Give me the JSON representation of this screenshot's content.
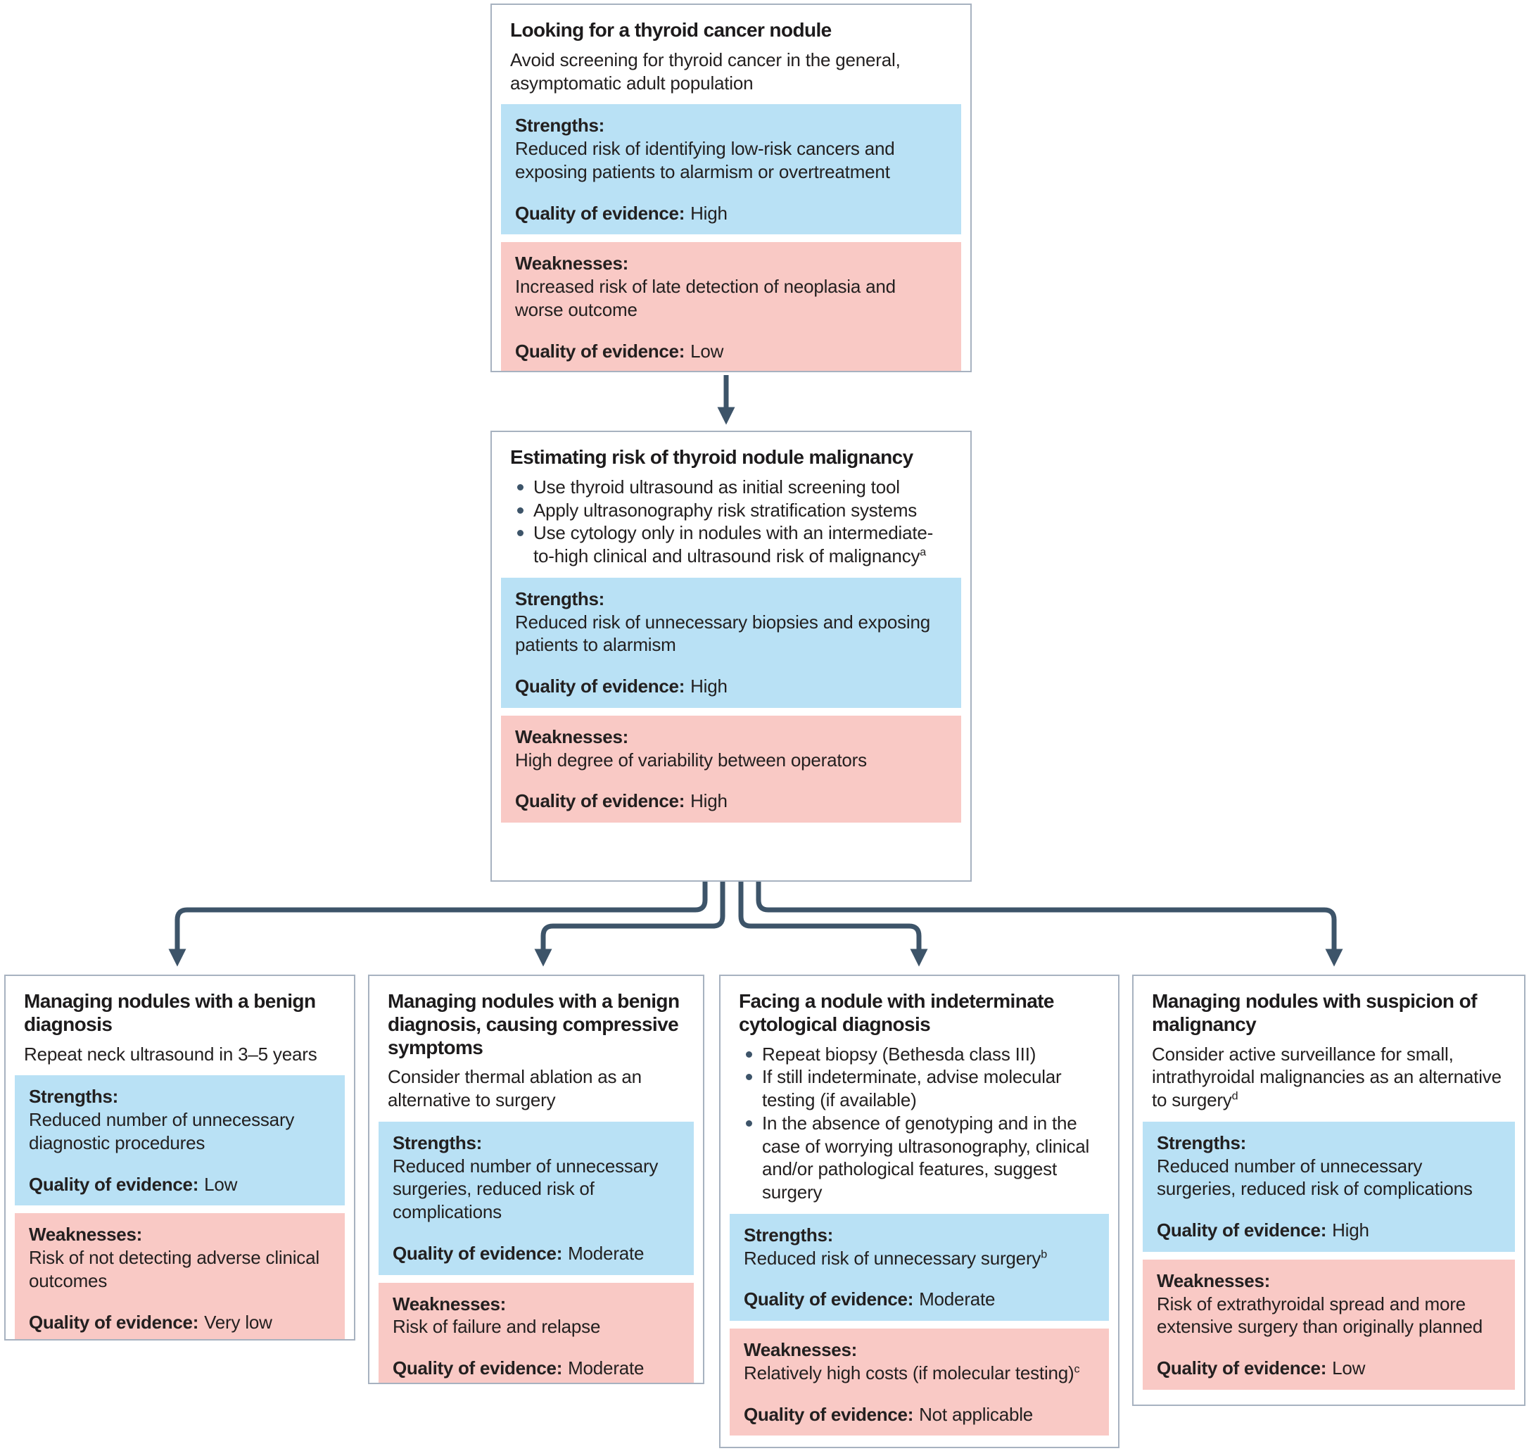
{
  "palette": {
    "strengths_bg": "#b9e1f5",
    "weaknesses_bg": "#f9c9c5",
    "box_border": "#a7b2c0",
    "connector": "#3d5469",
    "text": "#232020"
  },
  "labels": {
    "strengths": "Strengths:",
    "weaknesses": "Weaknesses:",
    "quality": "Quality of evidence:"
  },
  "boxes": {
    "screening": {
      "title": "Looking for a thyroid cancer nodule",
      "description": "Avoid screening for thyroid cancer in the general, asymptomatic adult population",
      "strengths": {
        "text": "Reduced risk of identifying low-risk cancers and exposing patients to alarmism or overtreatment",
        "quality": "High"
      },
      "weaknesses": {
        "text": "Increased risk of late detection of neoplasia and worse outcome",
        "quality": "Low"
      }
    },
    "estimating": {
      "title": "Estimating risk of thyroid nodule malignancy",
      "bullets": [
        "Use thyroid ultrasound as initial screening tool",
        "Apply ultrasonography risk stratification systems",
        "Use cytology only in nodules with an intermediate-to-high clinical and ultrasound risk of malignancy"
      ],
      "bullets_sup": {
        "2": "a"
      },
      "strengths": {
        "text": "Reduced risk of unnecessary biopsies and exposing patients to alarmism",
        "quality": "High"
      },
      "weaknesses": {
        "text": "High degree of variability between operators",
        "quality": "High"
      }
    },
    "benign": {
      "title": "Managing nodules with a benign diagnosis",
      "description": "Repeat neck ultrasound in 3–5 years",
      "strengths": {
        "text": "Reduced number of unnecessary diagnostic procedures",
        "quality": "Low"
      },
      "weaknesses": {
        "text": "Risk of not detecting adverse clinical outcomes",
        "quality": "Very low"
      }
    },
    "compressive": {
      "title": "Managing nodules with a benign diagnosis, causing compressive symptoms",
      "description": "Consider thermal ablation as an alternative to surgery",
      "strengths": {
        "text": "Reduced number of unnecessary surgeries, reduced risk of complications",
        "quality": "Moderate"
      },
      "weaknesses": {
        "text": "Risk of failure and relapse",
        "quality": "Moderate"
      }
    },
    "indeterminate": {
      "title": "Facing a nodule with indeterminate cytological diagnosis",
      "bullets": [
        "Repeat biopsy (Bethesda class III)",
        "If still indeterminate, advise molecular testing (if available)",
        "In the absence of genotyping and in the case of worrying ultrasonography, clinical and/or pathological features, suggest surgery"
      ],
      "strengths": {
        "text": "Reduced risk of unnecessary surgery",
        "sup": "b",
        "quality": "Moderate"
      },
      "weaknesses": {
        "text": "Relatively high costs (if molecular testing)",
        "sup": "c",
        "quality": "Not applicable"
      }
    },
    "suspicion": {
      "title": "Managing nodules with suspicion of malignancy",
      "description": "Consider active surveillance for small, intrathyroidal malignancies as an alternative to surgery",
      "description_sup": "d",
      "strengths": {
        "text": "Reduced number of unnecessary surgeries, reduced risk of complications",
        "quality": "High"
      },
      "weaknesses": {
        "text": "Risk of extrathyroidal spread and more extensive surgery than originally planned",
        "quality": "Low"
      }
    }
  }
}
